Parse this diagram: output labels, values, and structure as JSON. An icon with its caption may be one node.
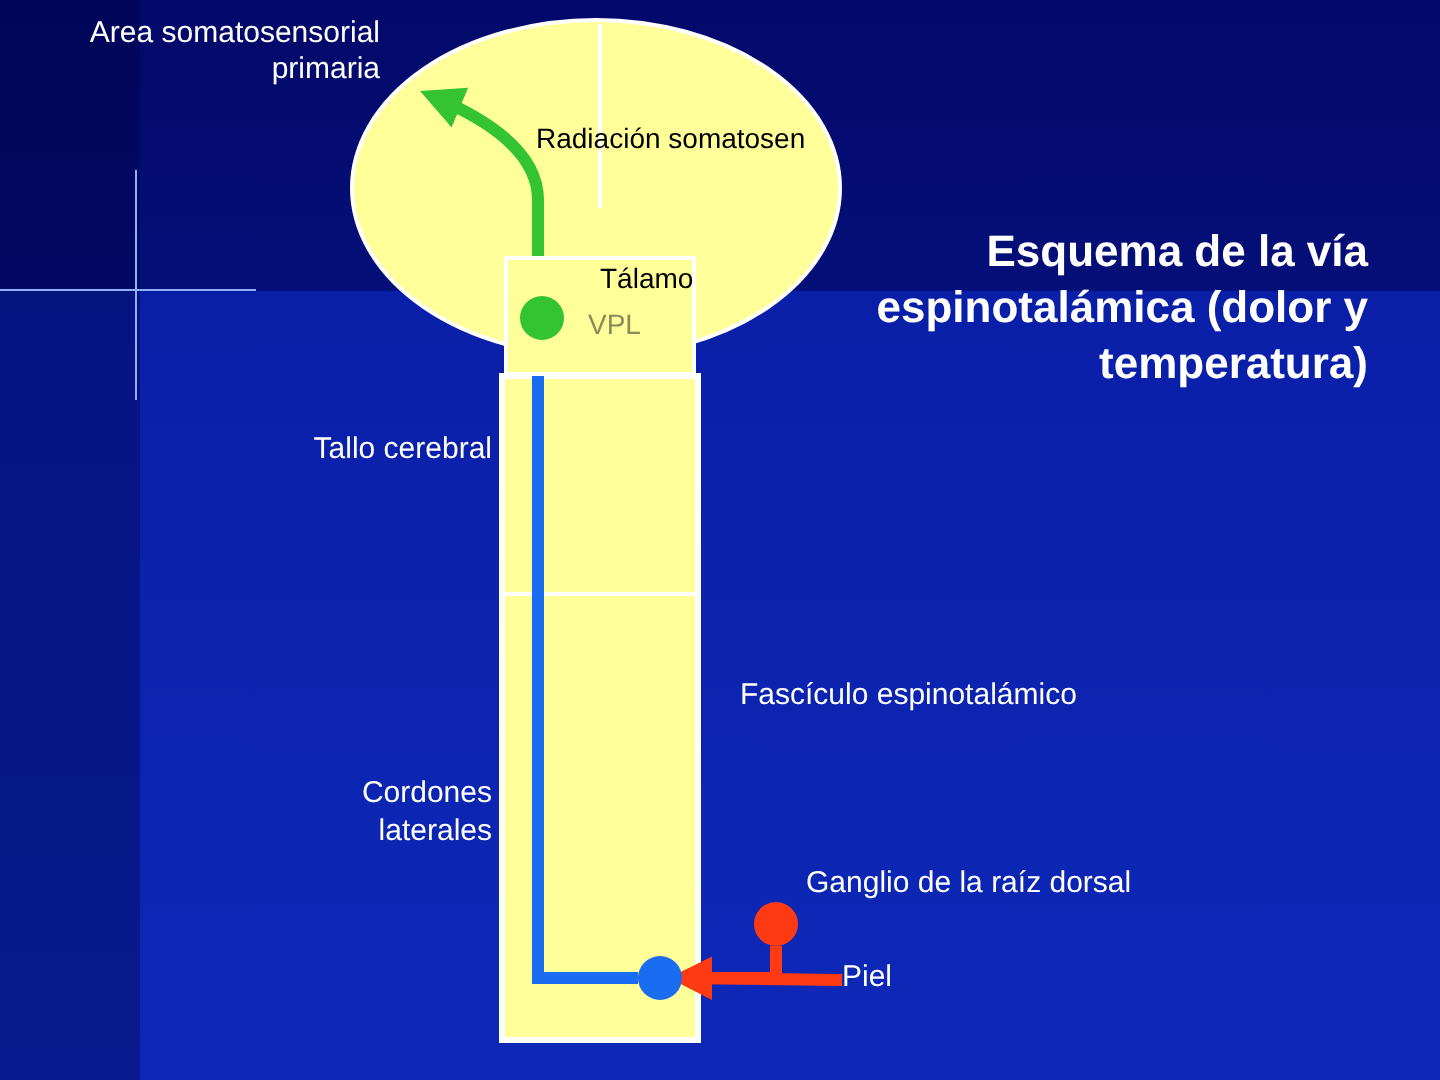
{
  "diagram": {
    "title": "Esquema de la vía espinotalámica (dolor y temperatura)",
    "nodes": [
      {
        "text": [
          "Area somatosensorial primaria"
        ]
      },
      {
        "text": [
          "Tálamo",
          "VPL"
        ]
      },
      {
        "text": [],
        "shape": "circle",
        "in": 1
      },
      {
        "text": [],
        "shape": "circle"
      },
      {
        "text": [],
        "shape": "circle"
      },
      {
        "text": [
          "Piel"
        ]
      }
    ],
    "edges": [
      {
        "from": 2,
        "to": 0,
        "arrow": "to",
        "color": "#33c333"
      },
      {
        "from": 3,
        "to": 2,
        "arrow": "to",
        "color": "#1a6cf0"
      },
      {
        "from": 5,
        "to": 3,
        "arrow": "to",
        "color": "#ff3a12"
      },
      {
        "from": 4,
        "to": 3,
        "arrow": "to",
        "color": "#ff3a12"
      }
    ],
    "labels": [
      "Radiación somatosen",
      "Tallo cerebral",
      "Fascículo espinotalámico",
      "Cordones laterales",
      "Ganglio de la raíz dorsal"
    ]
  }
}
